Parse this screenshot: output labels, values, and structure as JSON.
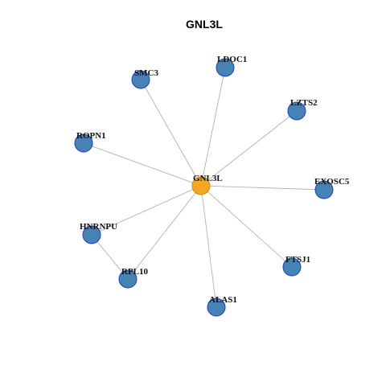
{
  "title": "GNL3L",
  "colors": {
    "center_fill": "#F5A623",
    "center_stroke": "#D4860A",
    "node_fill": "#4682B4",
    "node_stroke": "#1E3FBF",
    "edge": "#A9A9A9"
  },
  "nodes": [
    {
      "id": "GNL3L",
      "label": "GNL3L",
      "role": "center"
    },
    {
      "id": "LDOC1",
      "label": "LDOC1",
      "role": "neighbor"
    },
    {
      "id": "SMC3",
      "label": "SMC3",
      "role": "neighbor"
    },
    {
      "id": "LZTS2",
      "label": "LZTS2",
      "role": "neighbor"
    },
    {
      "id": "ROPN1",
      "label": "ROPN1",
      "role": "neighbor"
    },
    {
      "id": "EXOSC5",
      "label": "EXOSC5",
      "role": "neighbor"
    },
    {
      "id": "HNRNPU",
      "label": "HNRNPU",
      "role": "neighbor"
    },
    {
      "id": "FTSJ1",
      "label": "FTSJ1",
      "role": "neighbor"
    },
    {
      "id": "RPL10",
      "label": "RPL10",
      "role": "neighbor"
    },
    {
      "id": "ALAS1",
      "label": "ALAS1",
      "role": "neighbor"
    }
  ],
  "edges": [
    {
      "source": "GNL3L",
      "target": "LDOC1"
    },
    {
      "source": "GNL3L",
      "target": "SMC3"
    },
    {
      "source": "GNL3L",
      "target": "LZTS2"
    },
    {
      "source": "GNL3L",
      "target": "ROPN1"
    },
    {
      "source": "GNL3L",
      "target": "EXOSC5"
    },
    {
      "source": "GNL3L",
      "target": "HNRNPU"
    },
    {
      "source": "GNL3L",
      "target": "FTSJ1"
    },
    {
      "source": "GNL3L",
      "target": "RPL10"
    },
    {
      "source": "GNL3L",
      "target": "ALAS1"
    },
    {
      "source": "HNRNPU",
      "target": "RPL10"
    }
  ]
}
